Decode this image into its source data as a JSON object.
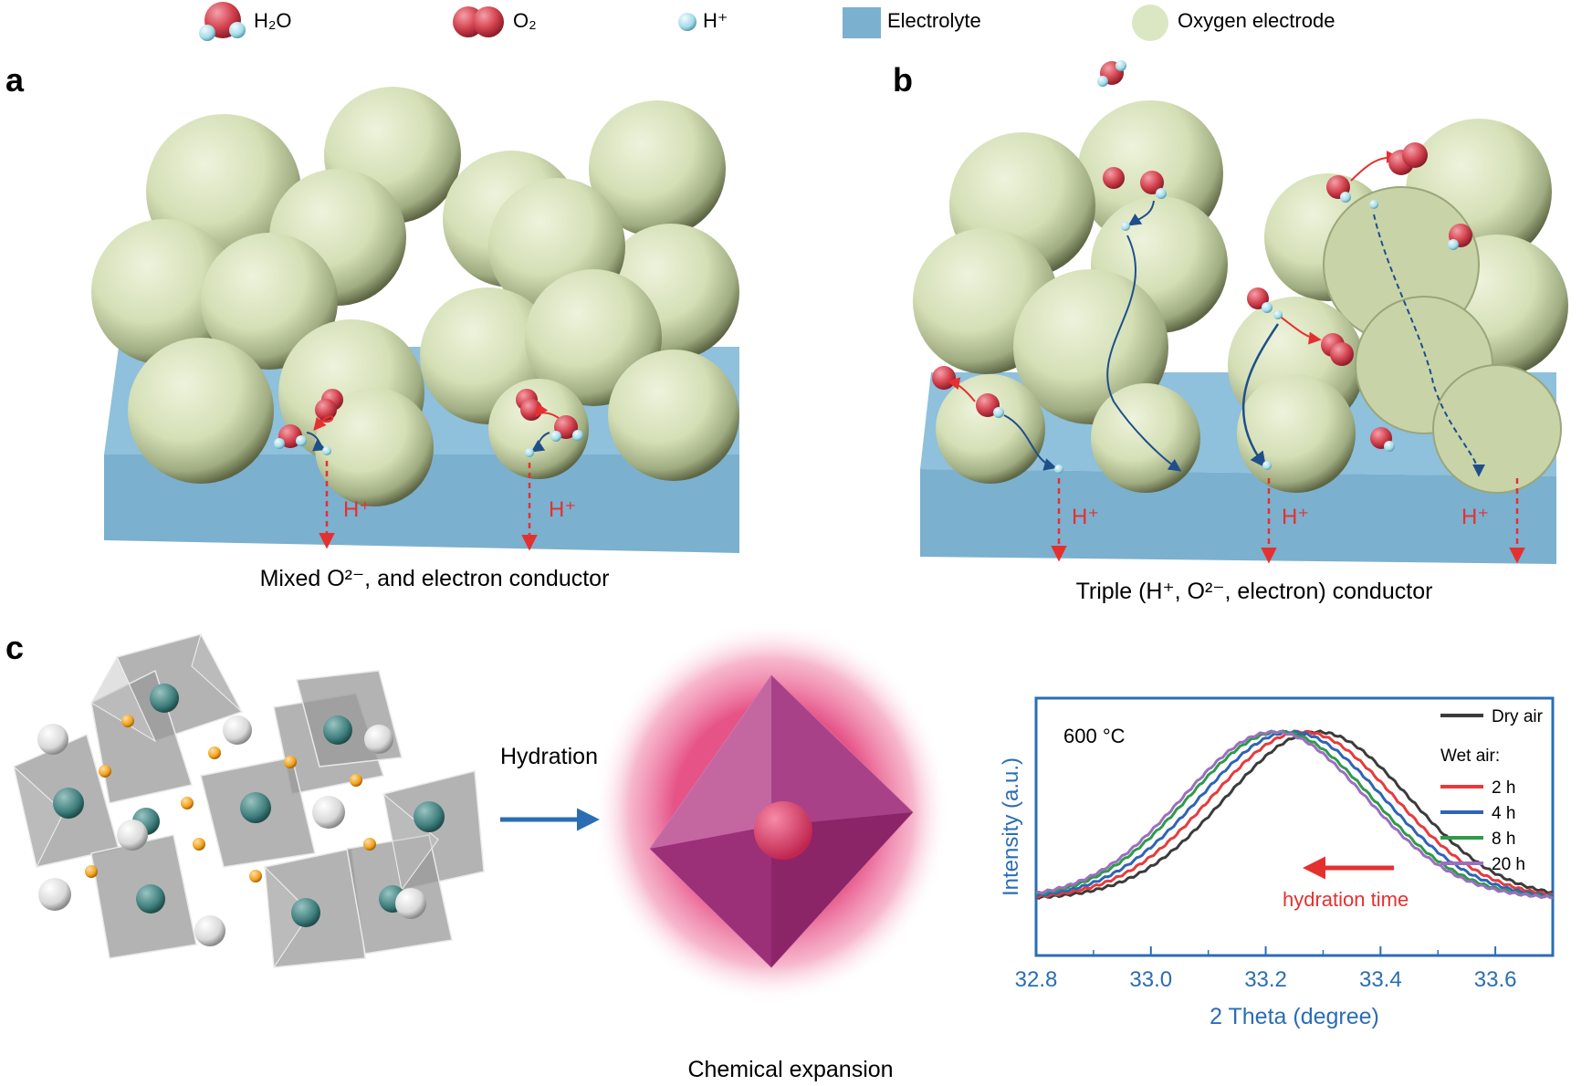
{
  "legend": {
    "water": "H₂O",
    "oxygen": "O₂",
    "proton": "H⁺",
    "electrolyte": "Electrolyte",
    "electrode": "Oxygen electrode"
  },
  "panels": {
    "a": {
      "letter": "a",
      "caption": "Mixed O²⁻, and electron conductor",
      "proton_label": "H⁺"
    },
    "b": {
      "letter": "b",
      "caption": "Triple (H⁺, O²⁻, electron) conductor",
      "proton_label": "H⁺"
    },
    "c": {
      "letter": "c",
      "hydration": "Hydration",
      "expansion": "Chemical expansion"
    }
  },
  "colors": {
    "sphere": "#d9e4bf",
    "sphere_shadow": "#7f8a62",
    "electrolyte": "#7bb0cf",
    "electrolyte_top": "#8fc0dc",
    "water_o": "#d8485a",
    "proton": "#a9dce8",
    "red_arrow": "#e53030",
    "blue_arrow": "#1f4f8a",
    "axis": "#2a6db5",
    "octa": "#b04a8e"
  },
  "chart_data": {
    "type": "line",
    "title": "",
    "annotation": "600 °C",
    "arrow_label": "hydration time",
    "xlabel": "2 Theta (degree)",
    "ylabel": "Intensity (a.u.)",
    "xlim": [
      32.8,
      33.7
    ],
    "xticks": [
      "32.8",
      "33.0",
      "33.2",
      "33.4",
      "33.6"
    ],
    "legend_header": "Wet air:",
    "series": [
      {
        "name": "Dry air",
        "color": "#3b3b3b",
        "peak": 33.29
      },
      {
        "name": "2 h",
        "color": "#e83a3a",
        "peak": 33.265
      },
      {
        "name": "4 h",
        "color": "#2f64b5",
        "peak": 33.245
      },
      {
        "name": "8 h",
        "color": "#2f9a4a",
        "peak": 33.225
      },
      {
        "name": "20 h",
        "color": "#9b6fc0",
        "peak": 33.215
      }
    ]
  }
}
